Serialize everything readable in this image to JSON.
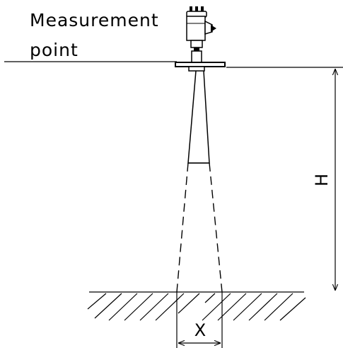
{
  "labels": {
    "measurement_line1": "Measurement",
    "measurement_line2": "point",
    "height_symbol": "H",
    "spot_symbol": "X"
  },
  "colors": {
    "stroke": "#000000",
    "background": "#ffffff"
  }
}
